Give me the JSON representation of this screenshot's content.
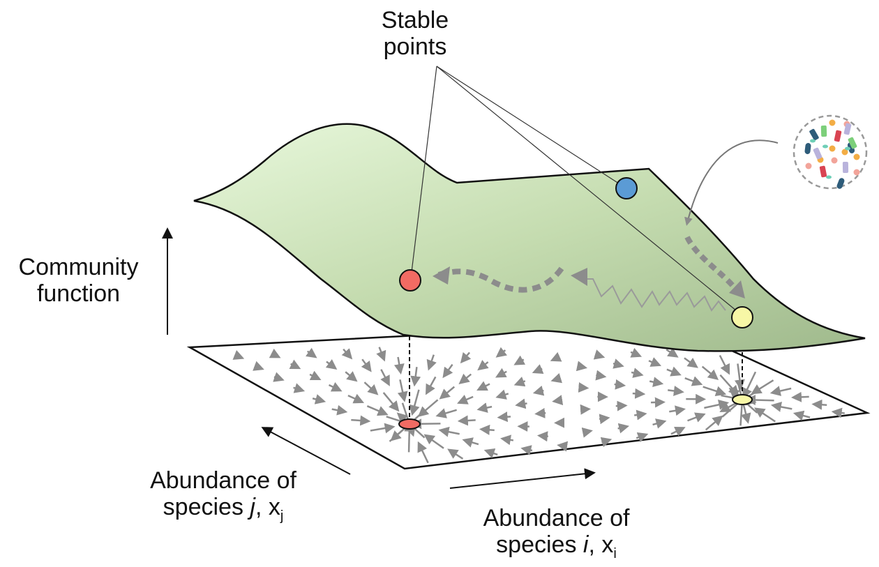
{
  "labels": {
    "stable_points_line1": "Stable",
    "stable_points_line2": "points",
    "y_axis_line1": "Community",
    "y_axis_line2": "function",
    "species_j_line1": "Abundance of",
    "species_j_prefix": "species ",
    "species_j_var": "j",
    "species_j_sep": ", x",
    "species_j_sub": "j",
    "species_i_line1": "Abundance of",
    "species_i_prefix": "species ",
    "species_i_var": "i",
    "species_i_sep": ", x",
    "species_i_sub": "i"
  },
  "stable_points": [
    {
      "name": "red",
      "color": "#f26b63"
    },
    {
      "name": "blue",
      "color": "#5b9bd5"
    },
    {
      "name": "yellow",
      "color": "#f7f7a6"
    }
  ],
  "colors": {
    "surface_light": "#e3f5d8",
    "surface_dark": "#a6bf93",
    "arrow_gray": "#8c8c8c",
    "microbes": [
      "#2e5c7a",
      "#7ccf7a",
      "#d94452",
      "#f3ad45",
      "#f2a49a",
      "#b9b3dc",
      "#6fcfb7"
    ]
  }
}
